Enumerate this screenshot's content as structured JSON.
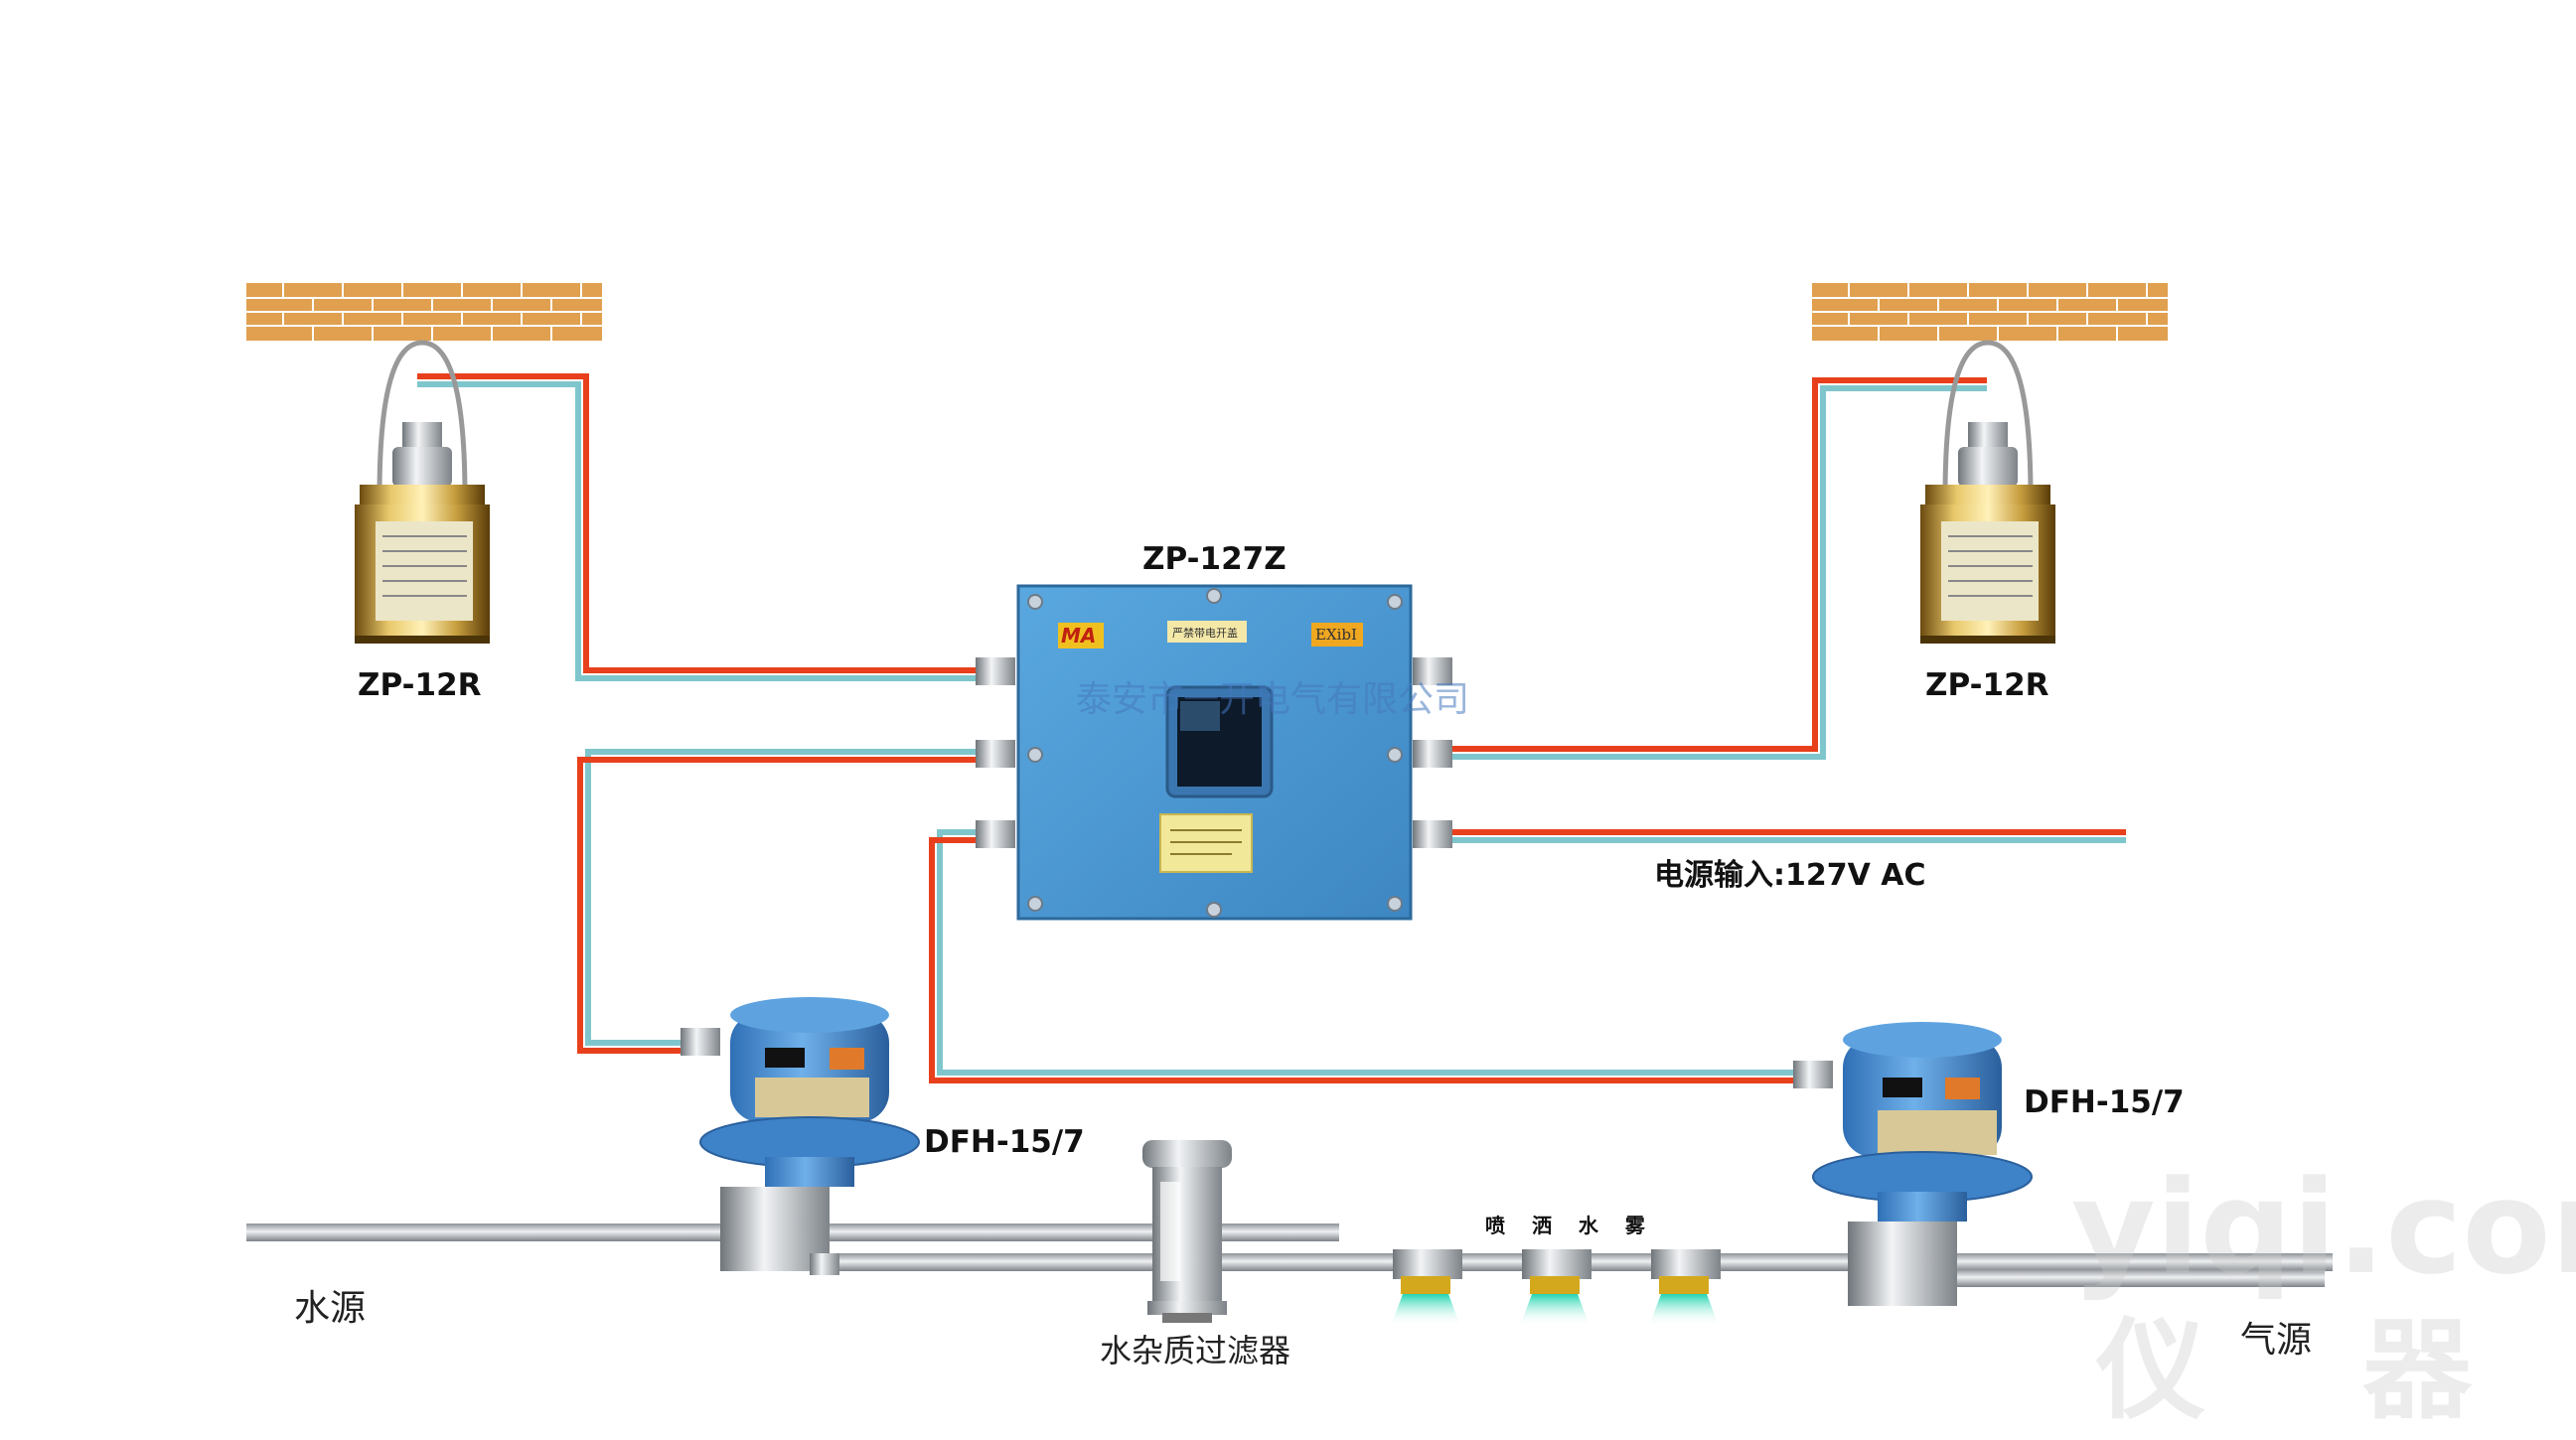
{
  "labels": {
    "controller": "ZP-127Z",
    "sensor_left": "ZP-12R",
    "sensor_right": "ZP-12R",
    "valve_left": "DFH-15/7",
    "valve_right": "DFH-15/7",
    "power_input": "电源输入:127V AC",
    "water_source": "水源",
    "air_source": "气源",
    "filter": "水杂质过滤器",
    "spray": "喷 洒 水 雾"
  },
  "box_markings": {
    "ma_logo": "MA",
    "warning_plate": "严禁带电开盖",
    "ex_mark": "EXibI"
  },
  "watermark": {
    "company": "泰安市一开电气有限公司",
    "site": "yiqi.com",
    "site_cn": "仪 器 网"
  },
  "colors": {
    "wire_red": "#e8401c",
    "wire_cyan": "#7fc6cc",
    "box_blue": "#4f9cd6",
    "brick": "#e0a050",
    "pipe": "#b9bec4",
    "spray": "#2fd6b4"
  }
}
